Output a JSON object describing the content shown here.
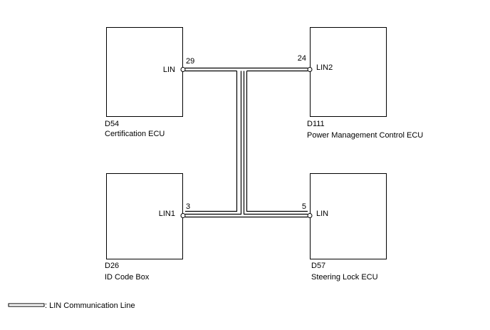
{
  "diagram": {
    "ecus": [
      {
        "connector": "D54",
        "name": "Certification ECU",
        "pin": "29",
        "terminal": "LIN"
      },
      {
        "connector": "D111",
        "name": "Power Management Control ECU",
        "pin": "24",
        "terminal": "LIN2"
      },
      {
        "connector": "D26",
        "name": "ID Code Box",
        "pin": "3",
        "terminal": "LIN1"
      },
      {
        "connector": "D57",
        "name": "Steering Lock ECU",
        "pin": "5",
        "terminal": "LIN"
      }
    ],
    "legend": {
      "label": ": LIN Communication Line"
    },
    "colors": {
      "line": "#000000",
      "background": "#ffffff"
    }
  }
}
